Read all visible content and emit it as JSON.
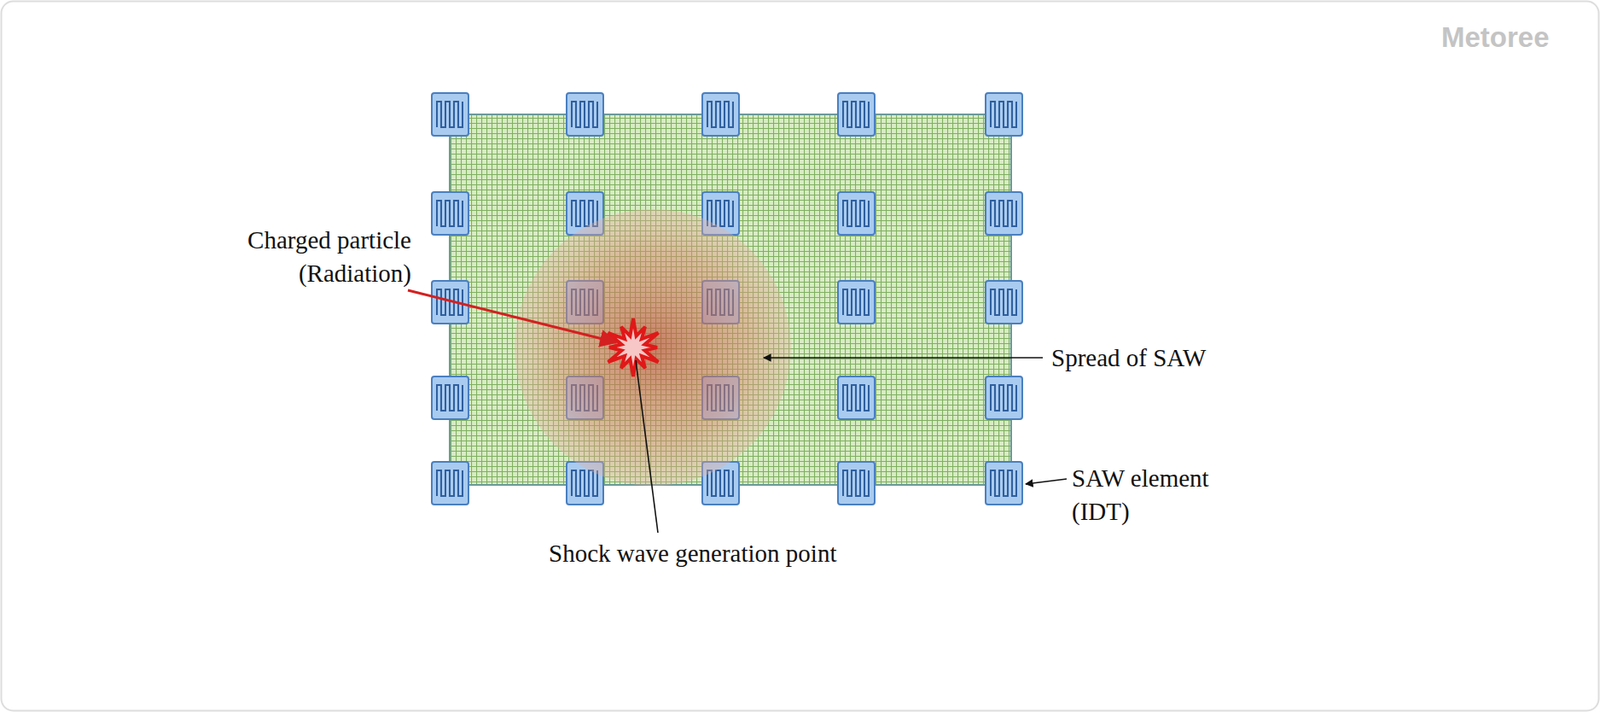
{
  "diagram": {
    "labels": [
      "Metoree",
      "Charged particle (Radiation)",
      "Spread of SAW",
      "SAW element (IDT)",
      "Shock wave generation point"
    ]
  }
}
